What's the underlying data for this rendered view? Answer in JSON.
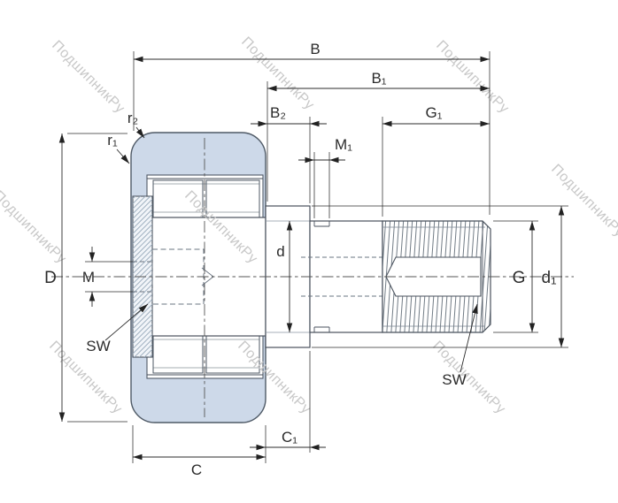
{
  "drawing": {
    "subject": "stud-type track roller cam follower cross-section"
  },
  "watermark": {
    "text": "ПодшипникРу"
  },
  "labels": {
    "B": "B",
    "B1": "B₁",
    "B2": "B₂",
    "M1": "M₁",
    "G1": "G₁",
    "r2": "r₂",
    "r1": "r₁",
    "D": "D",
    "M": "M",
    "SW_left": "SW",
    "d": "d",
    "G": "G",
    "d1": "d₁",
    "SW_right": "SW",
    "C": "C",
    "C1": "C₁"
  },
  "colors": {
    "ring_fill": "#cdd9e9",
    "part_stroke": "#49515c",
    "dimension": "#2b2b2b",
    "hidden_line": "#6a7480",
    "watermark": "#c8c8c8"
  }
}
